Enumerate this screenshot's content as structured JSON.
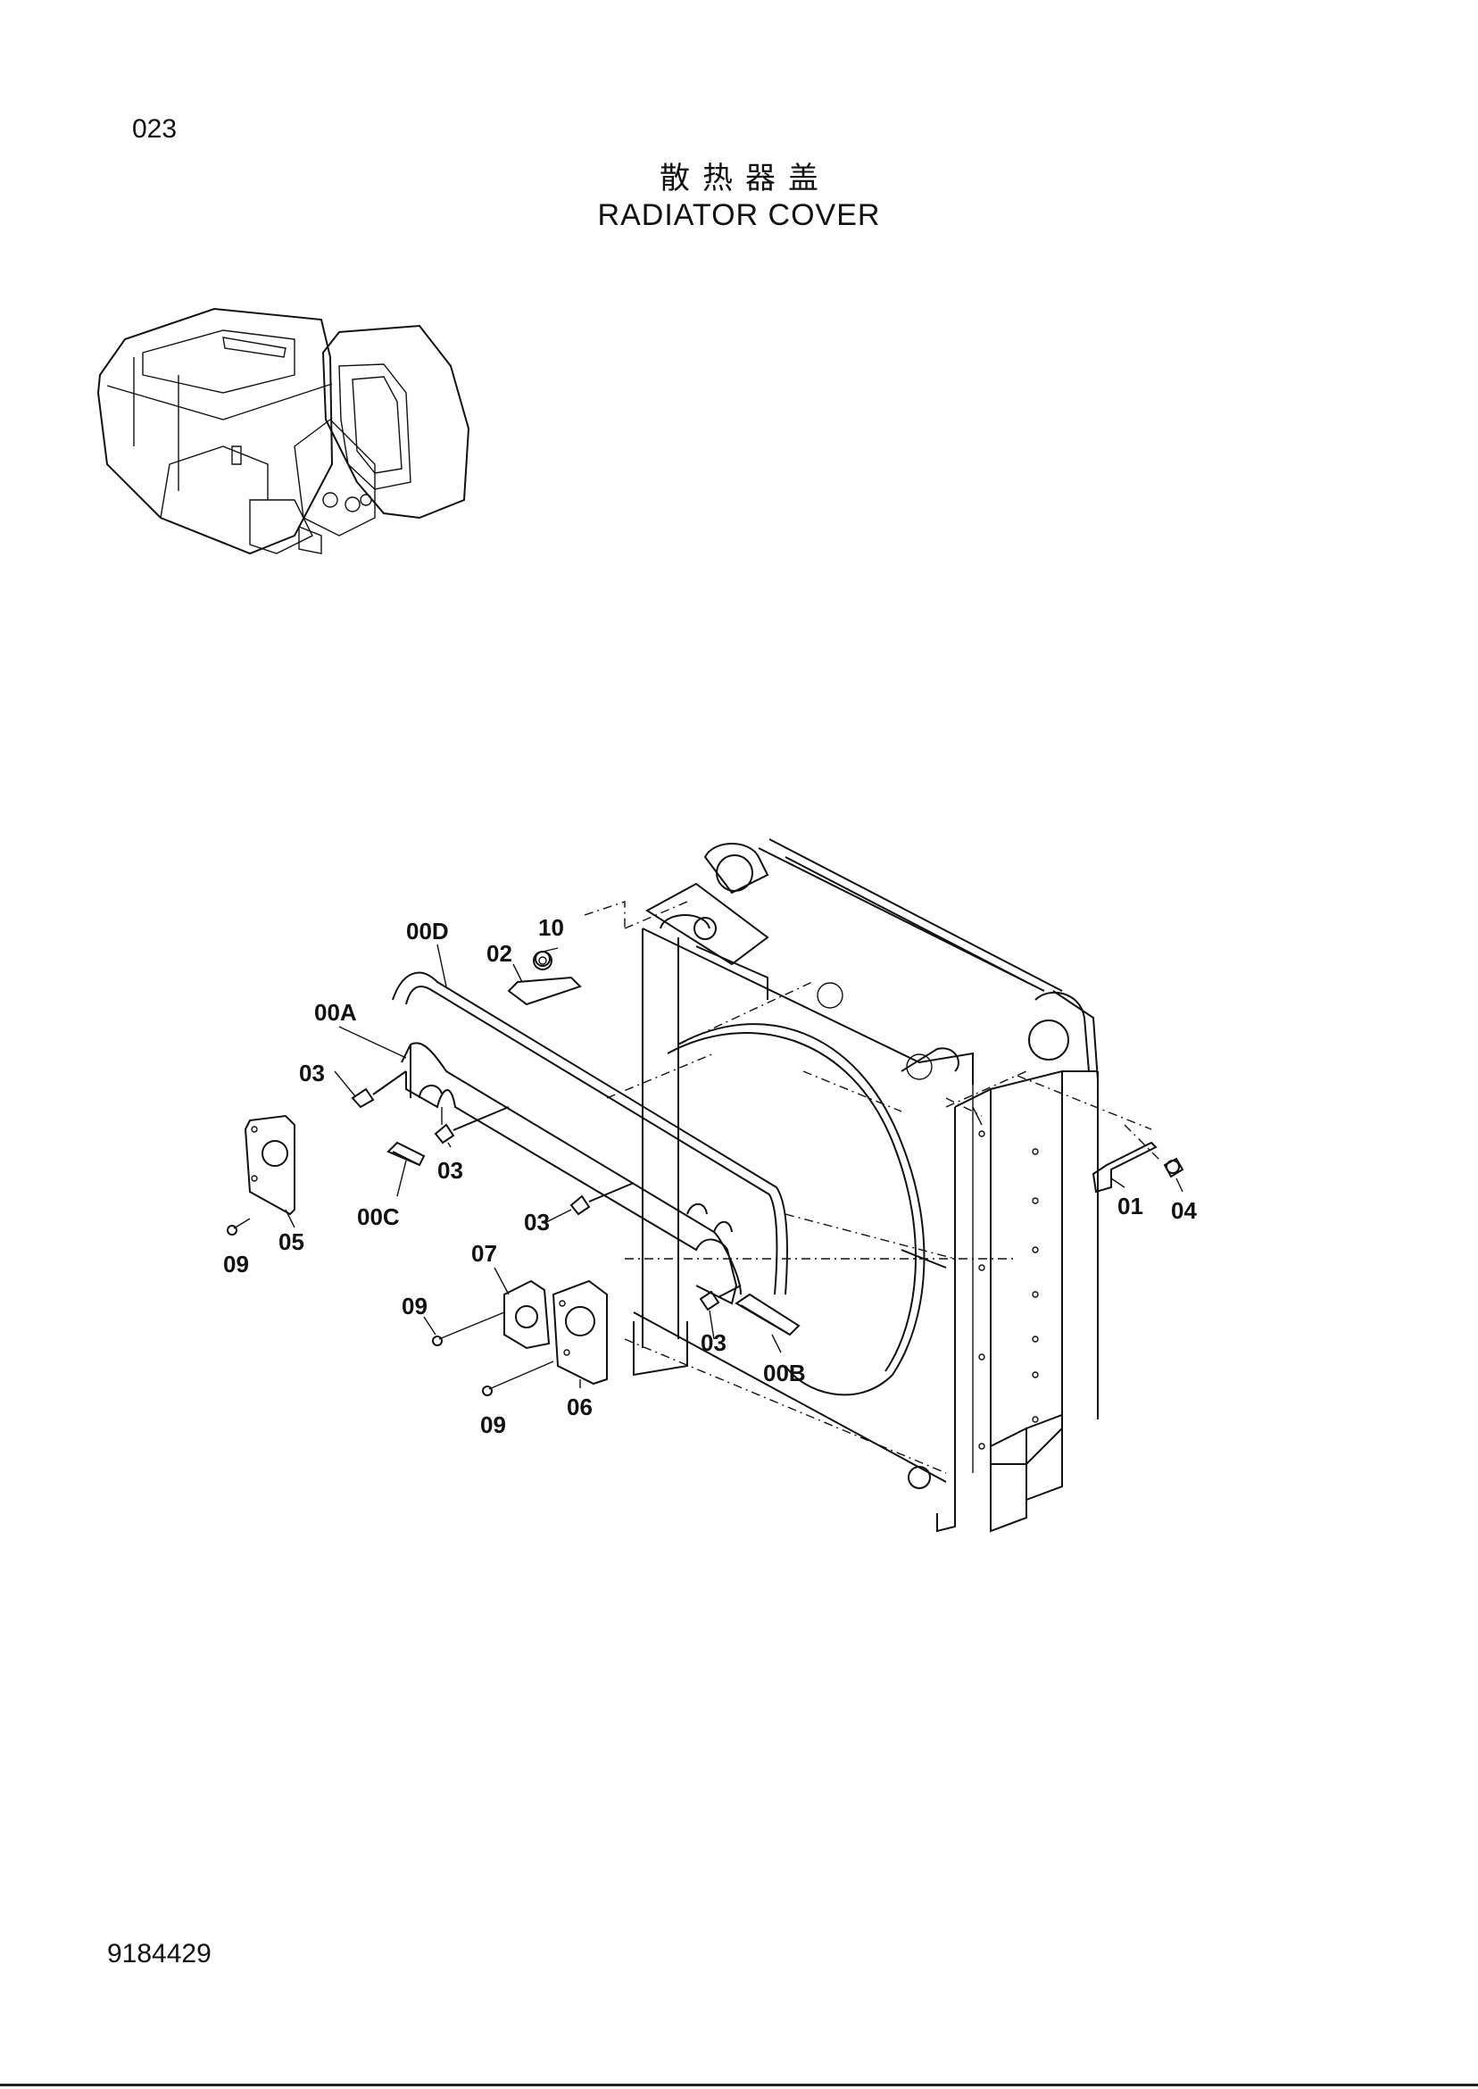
{
  "page_number": "023",
  "title_chinese": "散热器盖",
  "title_english": "RADIATOR COVER",
  "document_number": "9184429",
  "callouts": {
    "c00D": "00D",
    "c10": "10",
    "c02": "02",
    "c00A": "00A",
    "c03a": "03",
    "c03b": "03",
    "c00C": "00C",
    "c05": "05",
    "c09a": "09",
    "c03c": "03",
    "c07": "07",
    "c09b": "09",
    "c03d": "03",
    "c00B": "00B",
    "c06": "06",
    "c09c": "09",
    "c01": "01",
    "c04": "04"
  }
}
